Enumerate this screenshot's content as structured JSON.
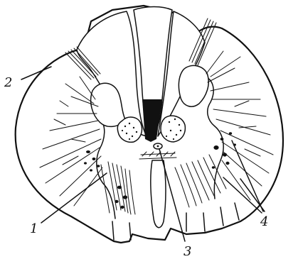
{
  "diagram": {
    "labels": {
      "one": "1",
      "two": "2",
      "three": "3",
      "four": "4"
    }
  }
}
